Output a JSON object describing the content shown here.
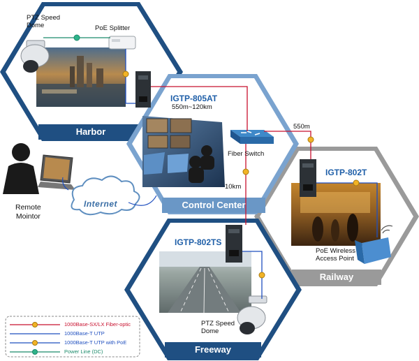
{
  "sites": {
    "harbor": {
      "title": "Harbor",
      "ptz_label": "PTZ Speed\nDome",
      "splitter_label": "PoE Splitter"
    },
    "control": {
      "title": "Control Center",
      "model": "IGTP-805AT",
      "range": "550m~120km",
      "switch_label": "Fiber Switch"
    },
    "railway": {
      "title": "Railway",
      "model": "IGTP-802T",
      "ap_label": "PoE Wireless\nAccess Point"
    },
    "freeway": {
      "title": "Freeway",
      "model": "IGTP-802TS",
      "ptz_label": "PTZ Speed\nDome"
    }
  },
  "links": {
    "railway_distance": "550m",
    "freeway_distance": "10km"
  },
  "remote": {
    "label": "Remote\nMointor",
    "internet": "Internet"
  },
  "legend": [
    {
      "text": "1000Base-SX/LX Fiber-optic",
      "color": "#c8102e"
    },
    {
      "text": "1000Base-T UTP",
      "color": "#1f4fbf"
    },
    {
      "text": "1000Base-T UTP with PoE",
      "color": "#1f4fbf"
    },
    {
      "text": "Power Line (DC)",
      "color": "#1a8a6a"
    }
  ],
  "colors": {
    "hex_dark": "#1f4f82",
    "hex_mid": "#6a97c6",
    "hex_light": "#b9d3ec",
    "hex_gray": "#9a9a9a",
    "fiber": "#c8102e",
    "utp": "#1f4fbf",
    "power": "#1a8a6a"
  }
}
